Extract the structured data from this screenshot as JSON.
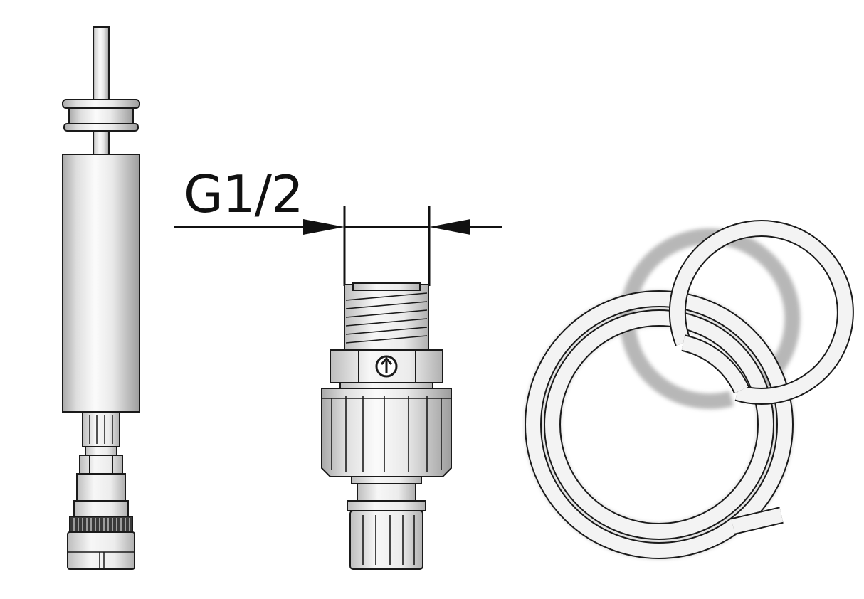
{
  "diagram": {
    "dimension_label": "G1/2",
    "colors": {
      "stroke": "#1a1a1a",
      "metal_light": "#f4f4f4",
      "metal_mid": "#d9d9d9",
      "metal_dark": "#a8a8a8",
      "background": "#ffffff"
    },
    "components": [
      {
        "name": "injection-lance"
      },
      {
        "name": "threaded-injection-valve"
      },
      {
        "name": "coiled-hose"
      }
    ]
  }
}
